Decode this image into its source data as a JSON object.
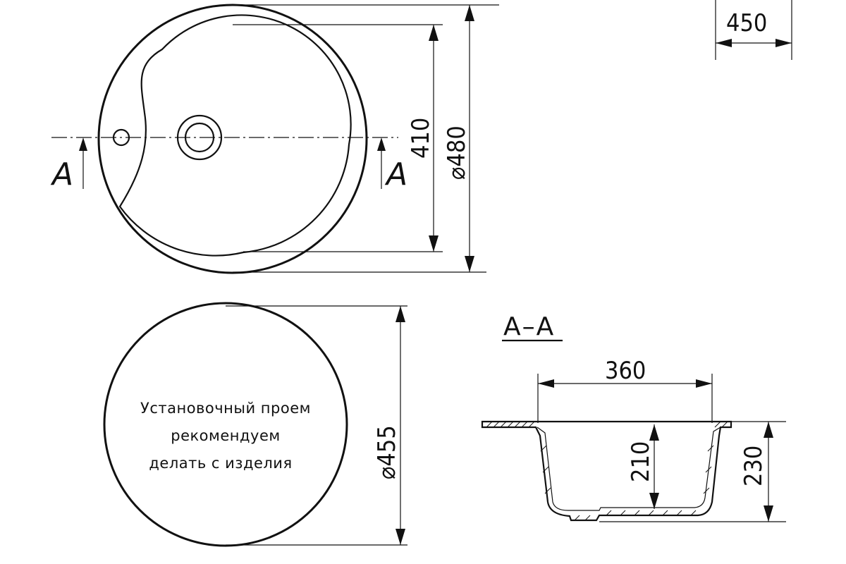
{
  "dimensions": {
    "cut_width": "450",
    "inner_height": "410",
    "outer_diameter": "⌀480",
    "cutout_diameter": "⌀455",
    "bowl_width": "360",
    "bowl_depth": "210",
    "total_depth": "230"
  },
  "section_marks": {
    "left": "A",
    "right": "A",
    "section_title": "А–А"
  },
  "cutout_note": {
    "line1": "Установочный проем",
    "line2": "рекомендуем",
    "line3": "делать с изделия"
  },
  "icons": [
    "section-arrow-icon",
    "drain-hole-icon",
    "faucet-hole-icon"
  ]
}
